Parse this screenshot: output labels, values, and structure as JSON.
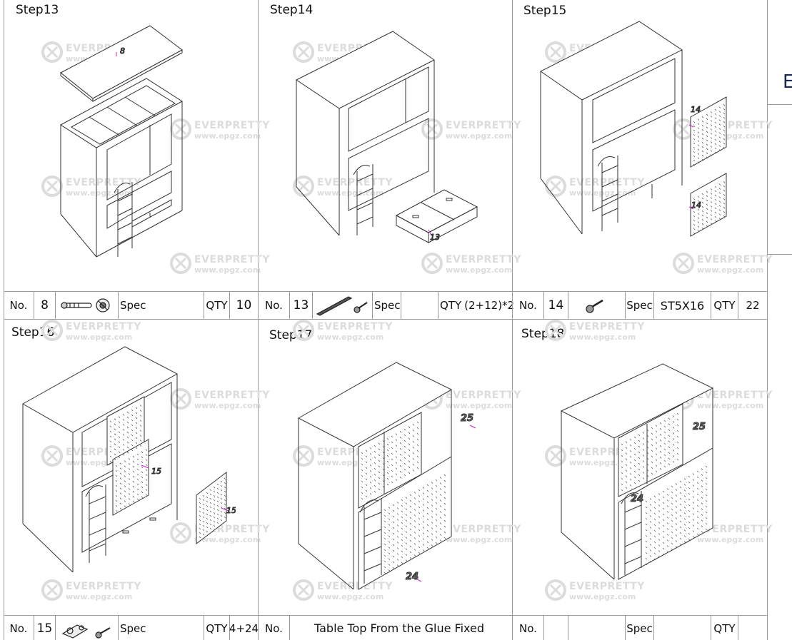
{
  "steps": [
    {
      "title": "Step13",
      "no": "8",
      "spec": "Spec",
      "spec_value": "",
      "qty_label": "QTY",
      "qty": "10",
      "part_label": "8"
    },
    {
      "title": "Step14",
      "no": "13",
      "spec": "Spec",
      "spec_value": "",
      "qty_label": "QTY",
      "qty": "(2+12)*2",
      "part_label": "13"
    },
    {
      "title": "Step15",
      "no": "14",
      "spec": "Spec",
      "spec_value": "ST5X16",
      "qty_label": "QTY",
      "qty": "22",
      "part_label": "14"
    },
    {
      "title": "Step16",
      "no": "15",
      "spec": "Spec",
      "spec_value": "",
      "qty_label": "QTY",
      "qty": "4+24",
      "part_label": "15"
    },
    {
      "title": "Step17",
      "no": "",
      "spec": "",
      "spec_value": "",
      "qty_label": "",
      "qty": "",
      "note": "Table Top From the Glue Fixed",
      "part_label": "25",
      "part_label_2": "24"
    },
    {
      "title": "Step18",
      "no": "",
      "spec": "Spec",
      "spec_value": "",
      "qty_label": "QTY",
      "qty": "",
      "part_label": "25",
      "part_label_2": "24"
    }
  ],
  "no_label": "No.",
  "watermark": {
    "name": "EVERPRETTY",
    "url": "www.epgz.com"
  },
  "right_strip_letter": "E",
  "icons": [
    "cam-bolt-icon",
    "cam-lock-icon",
    "drawer-slide-icon",
    "screw-icon",
    "hinge-icon"
  ]
}
